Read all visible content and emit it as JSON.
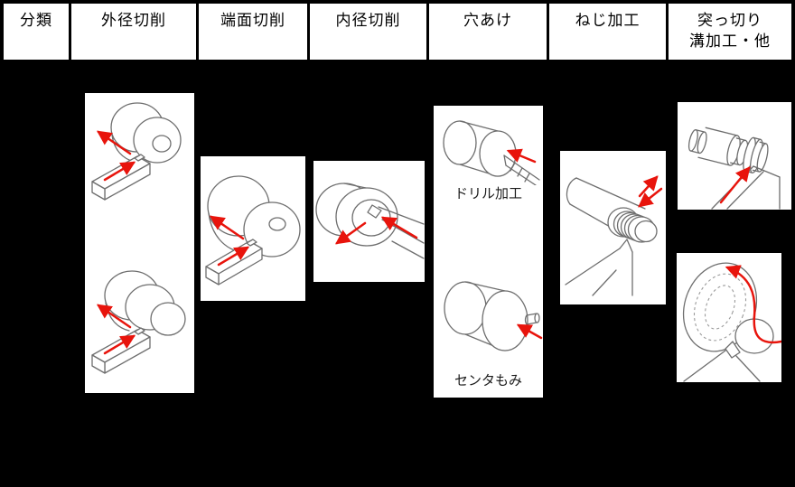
{
  "header": {
    "columns": [
      {
        "label": "分類"
      },
      {
        "label": "外径切削"
      },
      {
        "label": "端面切削"
      },
      {
        "label": "内径切削"
      },
      {
        "label": "穴あけ"
      },
      {
        "label": "ねじ加工"
      },
      {
        "label": "突っ切り",
        "label2": "溝加工・他"
      }
    ]
  },
  "captions": {
    "drill": "ドリル加工",
    "center_drill": "センタもみ"
  },
  "colors": {
    "background": "#000000",
    "cell_background": "#ffffff",
    "text": "#000000",
    "drawing_line": "#6e6e6e",
    "arrow_red": "#e8140c"
  }
}
